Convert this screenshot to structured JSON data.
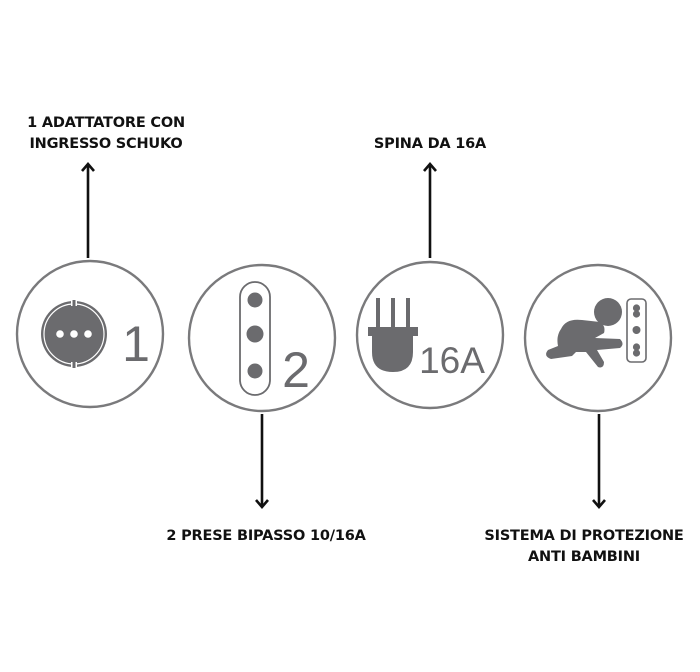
{
  "colors": {
    "icon_gray": "#6b6b6e",
    "ring_gray": "#7a7a7c",
    "arrow": "#111111",
    "text": "#111111",
    "background": "#ffffff"
  },
  "features": [
    {
      "id": "adapter",
      "icon": "schuko-socket-icon",
      "icon_text": "1",
      "label_lines": [
        "1 ADATTATORE CON",
        "INGRESSO SCHUKO"
      ],
      "arrow": "up"
    },
    {
      "id": "sockets",
      "icon": "bypass-socket-icon",
      "icon_text": "2",
      "label_lines": [
        "2 PRESE BIPASSO 10/16A"
      ],
      "arrow": "down"
    },
    {
      "id": "plug",
      "icon": "plug-icon",
      "icon_text": "16A",
      "label_lines": [
        "SPINA DA 16A"
      ],
      "arrow": "up"
    },
    {
      "id": "child-safety",
      "icon": "crawling-baby-icon",
      "icon_text": "",
      "label_lines": [
        "SISTEMA DI PROTEZIONE",
        "ANTI BAMBINI"
      ],
      "arrow": "down"
    }
  ]
}
